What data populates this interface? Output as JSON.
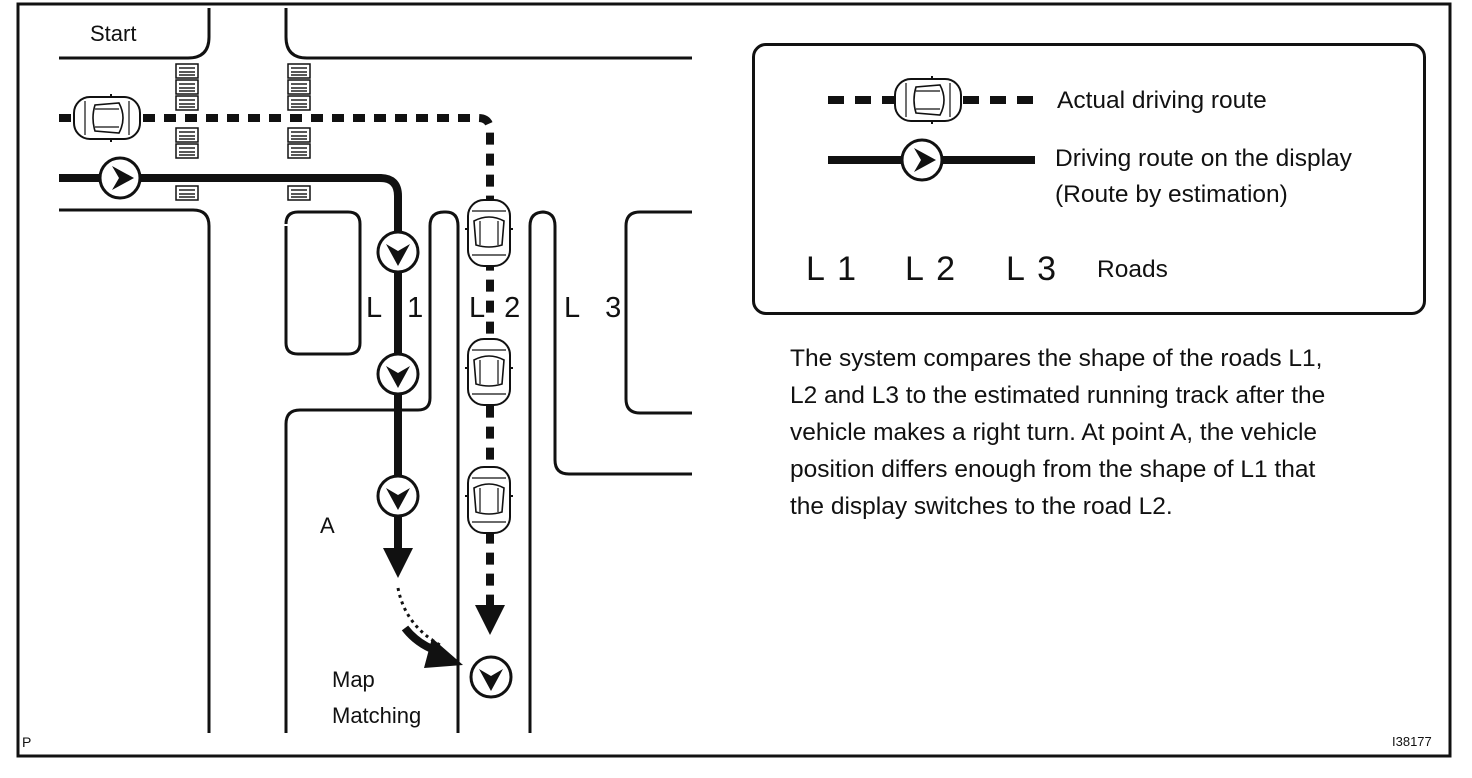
{
  "diagram": {
    "start_label": "Start",
    "road_labels": {
      "l1": "L 1",
      "l2": "L 2",
      "l3": "L 3"
    },
    "point_a_label": "A",
    "map_matching_label": [
      "Map",
      "Matching"
    ],
    "legend": {
      "actual_route": "Actual driving route",
      "display_route_line1": "Driving route on the display",
      "display_route_line2": "(Route by estimation)",
      "roads": {
        "l1": "L 1",
        "l2": "L 2",
        "l3": "L 3",
        "label": "Roads"
      }
    },
    "description": [
      "The system compares the shape of the roads L1,",
      "L2 and L3 to the estimated running track after the",
      "vehicle makes a right turn. At point A, the vehicle",
      "position differs enough from the shape of L1 that",
      "the display switches to the road L2."
    ],
    "corner_mark": "P",
    "figure_id": "I38177",
    "icons": [
      "car-icon",
      "arrow-marker-icon",
      "crosswalk-icon"
    ],
    "colors": {
      "ink": "#111111",
      "background": "#ffffff"
    }
  }
}
